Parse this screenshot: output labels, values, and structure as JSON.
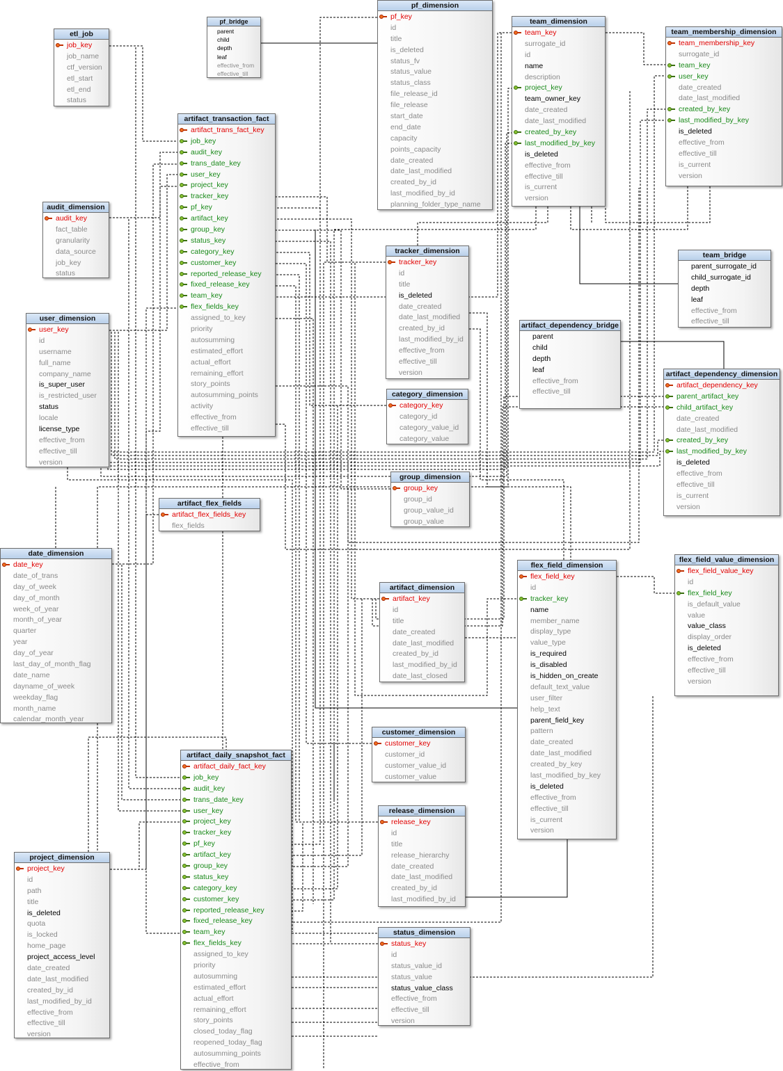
{
  "entities": {
    "etl_job": {
      "name": "etl_job",
      "fields": [
        [
          "job_key",
          "pk"
        ],
        [
          "job_name",
          "n"
        ],
        [
          "ctf_version",
          "n"
        ],
        [
          "etl_start",
          "n"
        ],
        [
          "etl_end",
          "n"
        ],
        [
          "status",
          "n"
        ]
      ]
    },
    "pf_bridge": {
      "name": "pf_bridge",
      "fields": [
        [
          "parent",
          "b"
        ],
        [
          "child",
          "b"
        ],
        [
          "depth",
          "b"
        ],
        [
          "leaf",
          "b"
        ],
        [
          "effective_from",
          "n"
        ],
        [
          "effective_till",
          "n"
        ]
      ]
    },
    "pf_dimension": {
      "name": "pf_dimension",
      "fields": [
        [
          "pf_key",
          "pk"
        ],
        [
          "id",
          "n"
        ],
        [
          "title",
          "n"
        ],
        [
          "is_deleted",
          "n"
        ],
        [
          "status_fv",
          "n"
        ],
        [
          "status_value",
          "n"
        ],
        [
          "status_class",
          "n"
        ],
        [
          "file_release_id",
          "n"
        ],
        [
          "file_release",
          "n"
        ],
        [
          "start_date",
          "n"
        ],
        [
          "end_date",
          "n"
        ],
        [
          "capacity",
          "n"
        ],
        [
          "points_capacity",
          "n"
        ],
        [
          "date_created",
          "n"
        ],
        [
          "date_last_modified",
          "n"
        ],
        [
          "created_by_id",
          "n"
        ],
        [
          "last_modified_by_id",
          "n"
        ],
        [
          "planning_folder_type_name",
          "n"
        ]
      ]
    },
    "team_dimension": {
      "name": "team_dimension",
      "fields": [
        [
          "team_key",
          "pk"
        ],
        [
          "surrogate_id",
          "n"
        ],
        [
          "id",
          "n"
        ],
        [
          "name",
          "b"
        ],
        [
          "description",
          "n"
        ],
        [
          "project_key",
          "fk"
        ],
        [
          "team_owner_key",
          "b"
        ],
        [
          "date_created",
          "n"
        ],
        [
          "date_last_modified",
          "n"
        ],
        [
          "created_by_key",
          "fk"
        ],
        [
          "last_modified_by_key",
          "fk"
        ],
        [
          "is_deleted",
          "b"
        ],
        [
          "effective_from",
          "n"
        ],
        [
          "effective_till",
          "n"
        ],
        [
          "is_current",
          "n"
        ],
        [
          "version",
          "n"
        ]
      ]
    },
    "team_membership_dimension": {
      "name": "team_membership_dimension",
      "fields": [
        [
          "team_membership_key",
          "pk"
        ],
        [
          "surrogate_id",
          "n"
        ],
        [
          "team_key",
          "fk"
        ],
        [
          "user_key",
          "fk"
        ],
        [
          "date_created",
          "n"
        ],
        [
          "date_last_modified",
          "n"
        ],
        [
          "created_by_key",
          "fk"
        ],
        [
          "last_modified_by_key",
          "fk"
        ],
        [
          "is_deleted",
          "b"
        ],
        [
          "effective_from",
          "n"
        ],
        [
          "effective_till",
          "n"
        ],
        [
          "is_current",
          "n"
        ],
        [
          "version",
          "n"
        ]
      ]
    },
    "artifact_transaction_fact": {
      "name": "artifact_transaction_fact",
      "fields": [
        [
          "artifact_trans_fact_key",
          "pk"
        ],
        [
          "job_key",
          "fk"
        ],
        [
          "audit_key",
          "fk"
        ],
        [
          "trans_date_key",
          "fk"
        ],
        [
          "user_key",
          "fk"
        ],
        [
          "project_key",
          "fk"
        ],
        [
          "tracker_key",
          "fk"
        ],
        [
          "pf_key",
          "fk"
        ],
        [
          "artifact_key",
          "fk"
        ],
        [
          "group_key",
          "fk"
        ],
        [
          "status_key",
          "fk"
        ],
        [
          "category_key",
          "fk"
        ],
        [
          "customer_key",
          "fk"
        ],
        [
          "reported_release_key",
          "fk"
        ],
        [
          "fixed_release_key",
          "fk"
        ],
        [
          "team_key",
          "fk"
        ],
        [
          "flex_fields_key",
          "fk"
        ],
        [
          "assigned_to_key",
          "n"
        ],
        [
          "priority",
          "n"
        ],
        [
          "autosumming",
          "n"
        ],
        [
          "estimated_effort",
          "n"
        ],
        [
          "actual_effort",
          "n"
        ],
        [
          "remaining_effort",
          "n"
        ],
        [
          "story_points",
          "n"
        ],
        [
          "autosumming_points",
          "n"
        ],
        [
          "activity",
          "n"
        ],
        [
          "effective_from",
          "n"
        ],
        [
          "effective_till",
          "n"
        ]
      ]
    },
    "audit_dimension": {
      "name": "audit_dimension",
      "fields": [
        [
          "audit_key",
          "pk"
        ],
        [
          "fact_table",
          "n"
        ],
        [
          "granularity",
          "n"
        ],
        [
          "data_source",
          "n"
        ],
        [
          "job_key",
          "n"
        ],
        [
          "status",
          "n"
        ]
      ]
    },
    "user_dimension": {
      "name": "user_dimension",
      "fields": [
        [
          "user_key",
          "pk"
        ],
        [
          "id",
          "n"
        ],
        [
          "username",
          "n"
        ],
        [
          "full_name",
          "n"
        ],
        [
          "company_name",
          "n"
        ],
        [
          "is_super_user",
          "b"
        ],
        [
          "is_restricted_user",
          "n"
        ],
        [
          "status",
          "b"
        ],
        [
          "locale",
          "n"
        ],
        [
          "license_type",
          "b"
        ],
        [
          "effective_from",
          "n"
        ],
        [
          "effective_till",
          "n"
        ],
        [
          "version",
          "n"
        ]
      ]
    },
    "tracker_dimension": {
      "name": "tracker_dimension",
      "fields": [
        [
          "tracker_key",
          "pk"
        ],
        [
          "id",
          "n"
        ],
        [
          "title",
          "n"
        ],
        [
          "is_deleted",
          "b"
        ],
        [
          "date_created",
          "n"
        ],
        [
          "date_last_modified",
          "n"
        ],
        [
          "created_by_id",
          "n"
        ],
        [
          "last_modified_by_id",
          "n"
        ],
        [
          "effective_from",
          "n"
        ],
        [
          "effective_till",
          "n"
        ],
        [
          "version",
          "n"
        ]
      ]
    },
    "team_bridge": {
      "name": "team_bridge",
      "fields": [
        [
          "parent_surrogate_id",
          "b"
        ],
        [
          "child_surrogate_id",
          "b"
        ],
        [
          "depth",
          "b"
        ],
        [
          "leaf",
          "b"
        ],
        [
          "effective_from",
          "n"
        ],
        [
          "effective_till",
          "n"
        ]
      ]
    },
    "artifact_dependency_bridge": {
      "name": "artifact_dependency_bridge",
      "fields": [
        [
          "parent",
          "b"
        ],
        [
          "child",
          "b"
        ],
        [
          "depth",
          "b"
        ],
        [
          "leaf",
          "b"
        ],
        [
          "effective_from",
          "n"
        ],
        [
          "effective_till",
          "n"
        ]
      ]
    },
    "artifact_dependency_dimension": {
      "name": "artifact_dependency_dimension",
      "fields": [
        [
          "artifact_dependency_key",
          "pk"
        ],
        [
          "parent_artifact_key",
          "fk"
        ],
        [
          "child_artifact_key",
          "fk"
        ],
        [
          "date_created",
          "n"
        ],
        [
          "date_last_modified",
          "n"
        ],
        [
          "created_by_key",
          "fk"
        ],
        [
          "last_modified_by_key",
          "fk"
        ],
        [
          "is_deleted",
          "b"
        ],
        [
          "effective_from",
          "n"
        ],
        [
          "effective_till",
          "n"
        ],
        [
          "is_current",
          "n"
        ],
        [
          "version",
          "n"
        ]
      ]
    },
    "category_dimension": {
      "name": "category_dimension",
      "fields": [
        [
          "category_key",
          "pk"
        ],
        [
          "category_id",
          "n"
        ],
        [
          "category_value_id",
          "n"
        ],
        [
          "category_value",
          "n"
        ]
      ]
    },
    "group_dimension": {
      "name": "group_dimension",
      "fields": [
        [
          "group_key",
          "pk"
        ],
        [
          "group_id",
          "n"
        ],
        [
          "group_value_id",
          "n"
        ],
        [
          "group_value",
          "n"
        ]
      ]
    },
    "artifact_flex_fields": {
      "name": "artifact_flex_fields",
      "fields": [
        [
          "artifact_flex_fields_key",
          "pk"
        ],
        [
          "flex_fields",
          "n"
        ]
      ]
    },
    "date_dimension": {
      "name": "date_dimension",
      "fields": [
        [
          "date_key",
          "pk"
        ],
        [
          "date_of_trans",
          "n"
        ],
        [
          "day_of_week",
          "n"
        ],
        [
          "day_of_month",
          "n"
        ],
        [
          "week_of_year",
          "n"
        ],
        [
          "month_of_year",
          "n"
        ],
        [
          "quarter",
          "n"
        ],
        [
          "year",
          "n"
        ],
        [
          "day_of_year",
          "n"
        ],
        [
          "last_day_of_month_flag",
          "n"
        ],
        [
          "date_name",
          "n"
        ],
        [
          "dayname_of_week",
          "n"
        ],
        [
          "weekday_flag",
          "n"
        ],
        [
          "month_name",
          "n"
        ],
        [
          "calendar_month_year",
          "n"
        ]
      ]
    },
    "flex_field_dimension": {
      "name": "flex_field_dimension",
      "fields": [
        [
          "flex_field_key",
          "pk"
        ],
        [
          "id",
          "n"
        ],
        [
          "tracker_key",
          "fk"
        ],
        [
          "name",
          "b"
        ],
        [
          "member_name",
          "n"
        ],
        [
          "display_type",
          "n"
        ],
        [
          "value_type",
          "n"
        ],
        [
          "is_required",
          "b"
        ],
        [
          "is_disabled",
          "b"
        ],
        [
          "is_hidden_on_create",
          "b"
        ],
        [
          "default_text_value",
          "n"
        ],
        [
          "user_filter",
          "n"
        ],
        [
          "help_text",
          "n"
        ],
        [
          "parent_field_key",
          "b"
        ],
        [
          "pattern",
          "n"
        ],
        [
          "date_created",
          "n"
        ],
        [
          "date_last_modified",
          "n"
        ],
        [
          "created_by_key",
          "n"
        ],
        [
          "last_modified_by_key",
          "n"
        ],
        [
          "is_deleted",
          "b"
        ],
        [
          "effective_from",
          "n"
        ],
        [
          "effective_till",
          "n"
        ],
        [
          "is_current",
          "n"
        ],
        [
          "version",
          "n"
        ]
      ]
    },
    "flex_field_value_dimension": {
      "name": "flex_field_value_dimension",
      "fields": [
        [
          "flex_field_value_key",
          "pk"
        ],
        [
          "id",
          "n"
        ],
        [
          "flex_field_key",
          "fk"
        ],
        [
          "is_default_value",
          "n"
        ],
        [
          "value",
          "n"
        ],
        [
          "value_class",
          "b"
        ],
        [
          "display_order",
          "n"
        ],
        [
          "is_deleted",
          "b"
        ],
        [
          "effective_from",
          "n"
        ],
        [
          "effective_till",
          "n"
        ],
        [
          "version",
          "n"
        ]
      ]
    },
    "artifact_dimension": {
      "name": "artifact_dimension",
      "fields": [
        [
          "artifact_key",
          "pk"
        ],
        [
          "id",
          "n"
        ],
        [
          "title",
          "n"
        ],
        [
          "date_created",
          "n"
        ],
        [
          "date_last_modified",
          "n"
        ],
        [
          "created_by_id",
          "n"
        ],
        [
          "last_modified_by_id",
          "n"
        ],
        [
          "date_last_closed",
          "n"
        ]
      ]
    },
    "customer_dimension": {
      "name": "customer_dimension",
      "fields": [
        [
          "customer_key",
          "pk"
        ],
        [
          "customer_id",
          "n"
        ],
        [
          "customer_value_id",
          "n"
        ],
        [
          "customer_value",
          "n"
        ]
      ]
    },
    "artifact_daily_snapshot_fact": {
      "name": "artifact_daily_snapshot_fact",
      "fields": [
        [
          "artifact_daily_fact_key",
          "pk"
        ],
        [
          "job_key",
          "fk"
        ],
        [
          "audit_key",
          "fk"
        ],
        [
          "trans_date_key",
          "fk"
        ],
        [
          "user_key",
          "fk"
        ],
        [
          "project_key",
          "fk"
        ],
        [
          "tracker_key",
          "fk"
        ],
        [
          "pf_key",
          "fk"
        ],
        [
          "artifact_key",
          "fk"
        ],
        [
          "group_key",
          "fk"
        ],
        [
          "status_key",
          "fk"
        ],
        [
          "category_key",
          "fk"
        ],
        [
          "customer_key",
          "fk"
        ],
        [
          "reported_release_key",
          "fk"
        ],
        [
          "fixed_release_key",
          "fk"
        ],
        [
          "team_key",
          "fk"
        ],
        [
          "flex_fields_key",
          "fk"
        ],
        [
          "assigned_to_key",
          "n"
        ],
        [
          "priority",
          "n"
        ],
        [
          "autosumming",
          "n"
        ],
        [
          "estimated_effort",
          "n"
        ],
        [
          "actual_effort",
          "n"
        ],
        [
          "remaining_effort",
          "n"
        ],
        [
          "story_points",
          "n"
        ],
        [
          "closed_today_flag",
          "n"
        ],
        [
          "reopened_today_flag",
          "n"
        ],
        [
          "autosumming_points",
          "n"
        ],
        [
          "effective_from",
          "n"
        ]
      ]
    },
    "release_dimension": {
      "name": "release_dimension",
      "fields": [
        [
          "release_key",
          "pk"
        ],
        [
          "id",
          "n"
        ],
        [
          "title",
          "n"
        ],
        [
          "release_hierarchy",
          "n"
        ],
        [
          "date_created",
          "n"
        ],
        [
          "date_last_modified",
          "n"
        ],
        [
          "created_by_id",
          "n"
        ],
        [
          "last_modified_by_id",
          "n"
        ]
      ]
    },
    "project_dimension": {
      "name": "project_dimension",
      "fields": [
        [
          "project_key",
          "pk"
        ],
        [
          "id",
          "n"
        ],
        [
          "path",
          "n"
        ],
        [
          "title",
          "n"
        ],
        [
          "is_deleted",
          "b"
        ],
        [
          "quota",
          "n"
        ],
        [
          "is_locked",
          "n"
        ],
        [
          "home_page",
          "n"
        ],
        [
          "project_access_level",
          "b"
        ],
        [
          "date_created",
          "n"
        ],
        [
          "date_last_modified",
          "n"
        ],
        [
          "created_by_id",
          "n"
        ],
        [
          "last_modified_by_id",
          "n"
        ],
        [
          "effective_from",
          "n"
        ],
        [
          "effective_till",
          "n"
        ],
        [
          "version",
          "n"
        ]
      ]
    },
    "status_dimension": {
      "name": "status_dimension",
      "fields": [
        [
          "status_key",
          "pk"
        ],
        [
          "id",
          "n"
        ],
        [
          "status_value_id",
          "n"
        ],
        [
          "status_value",
          "n"
        ],
        [
          "status_value_class",
          "b"
        ],
        [
          "effective_from",
          "n"
        ],
        [
          "effective_till",
          "n"
        ],
        [
          "version",
          "n"
        ]
      ]
    }
  },
  "colors": {
    "primary_key": "#e00000",
    "foreign_key": "#1a8a1a",
    "attribute": "#8a8a8a",
    "emphasis": "#000000",
    "header": "#c9dcf1",
    "line": "#000000"
  }
}
